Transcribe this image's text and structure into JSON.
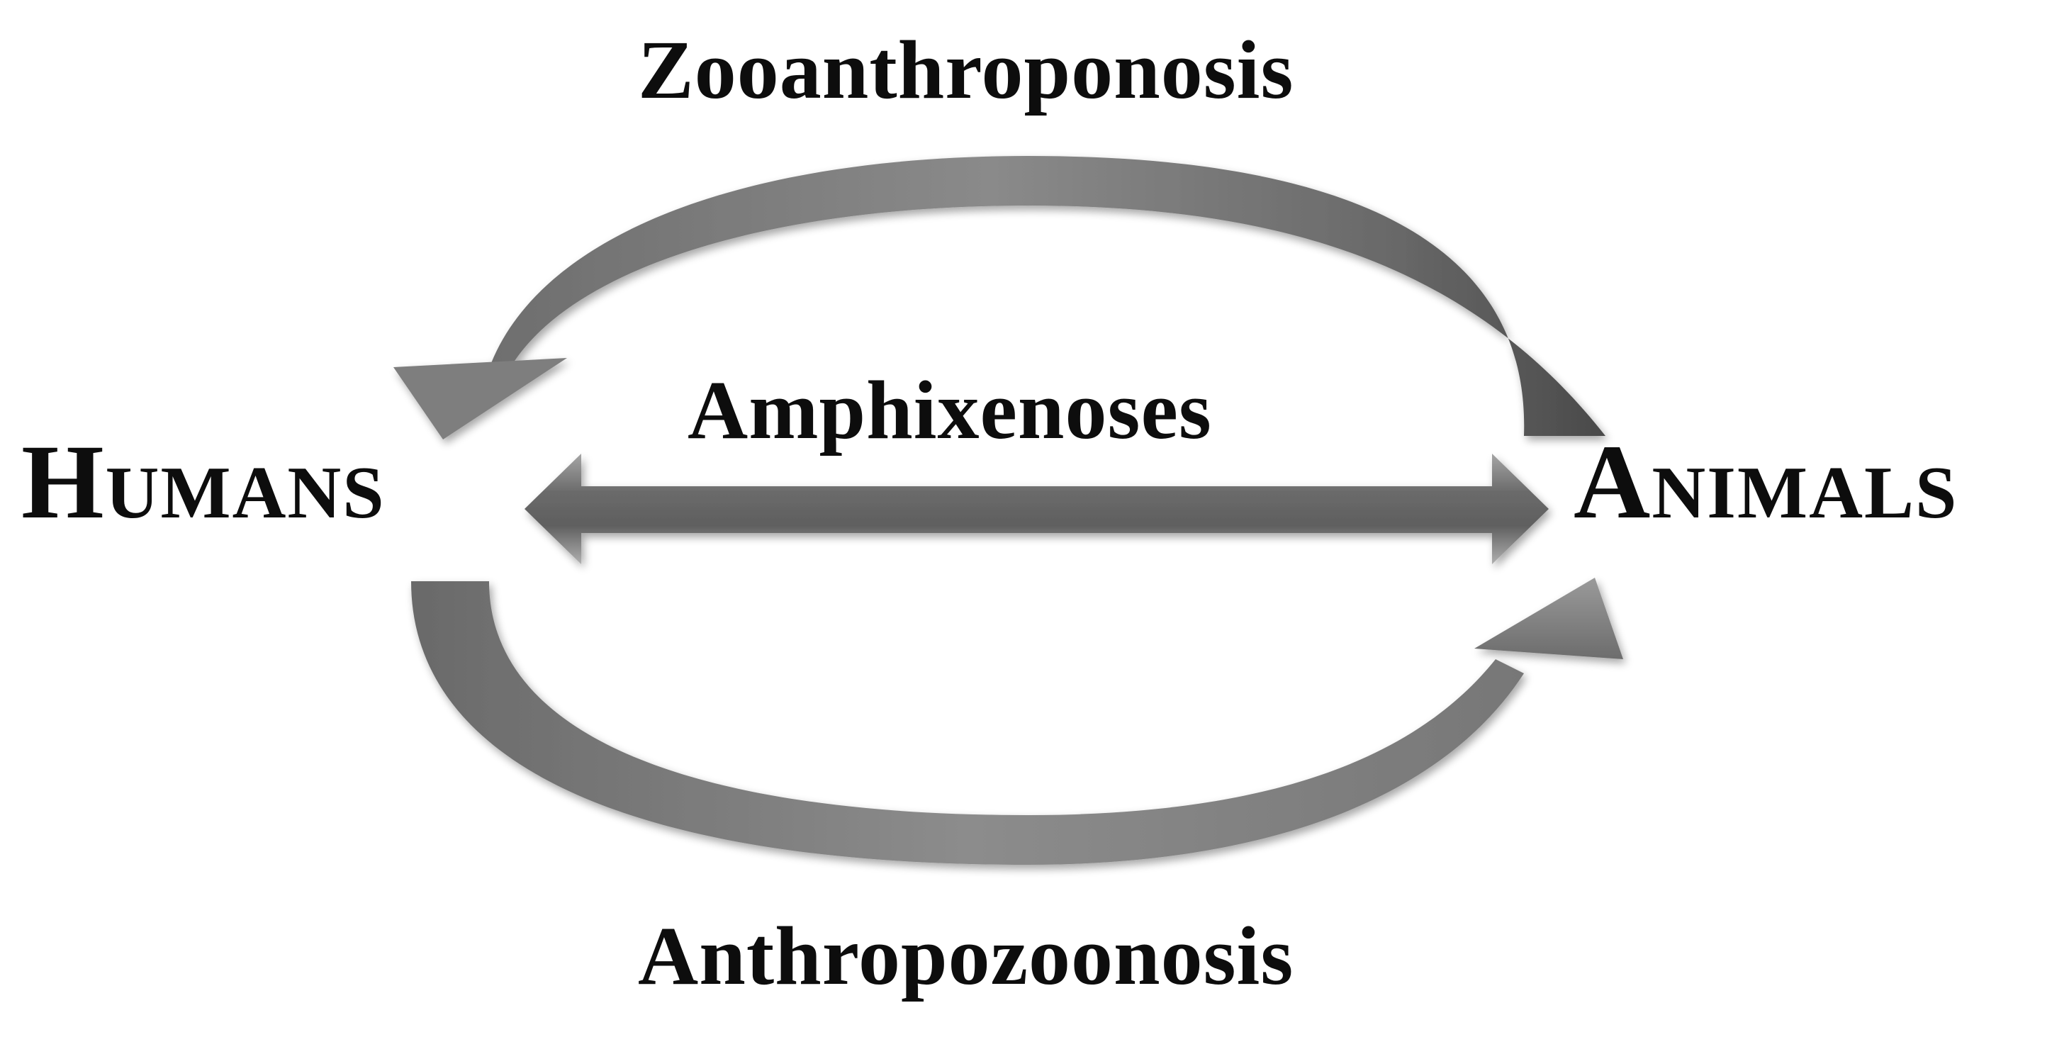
{
  "nodes": {
    "left": "Humans",
    "right": "Animals"
  },
  "transmissions": {
    "top": "Zooanthroponosis",
    "middle": "Amphixenoses",
    "bottom": "Anthropozoonosis"
  },
  "colors": {
    "arrow_dark": "#5a5a5a",
    "arrow_mid": "#8c8c8c",
    "arrow_light": "#c4c4c4",
    "text": "#0d0d0d"
  }
}
